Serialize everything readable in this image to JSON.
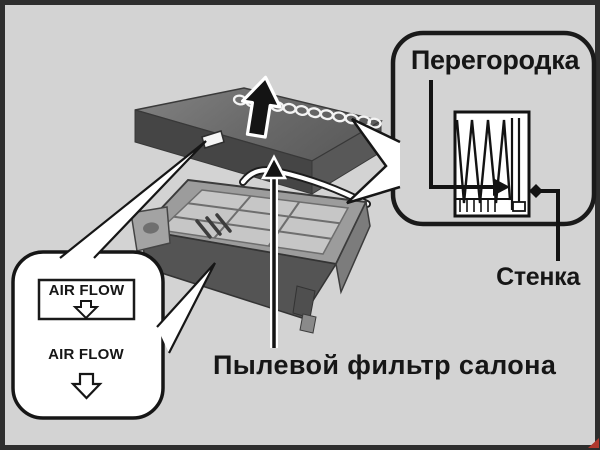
{
  "diagram": {
    "labels": {
      "partition": "Перегородка",
      "wall": "Стенка",
      "cabin_filter": "Пылевой фильтр салона"
    },
    "airflow": {
      "boxed_label": "AIR FLOW",
      "plain_label": "AIR FLOW"
    },
    "icons": {
      "cover_removal_direction": "up-arrow",
      "filter_pointer": "up-arrow",
      "airflow_direction": "hollow-down-arrow",
      "partition_pointer": "right-arrow",
      "wall_connector": "diamond"
    },
    "colors": {
      "background": "#d3d3d3",
      "outline": "#1a1a1a",
      "cover_top": "#6e6e6e",
      "cover_front": "#454545",
      "tray_frame": "#9c9c9c",
      "callout_fill": "#ffffff",
      "corner_artifact": "#b0392e"
    }
  }
}
